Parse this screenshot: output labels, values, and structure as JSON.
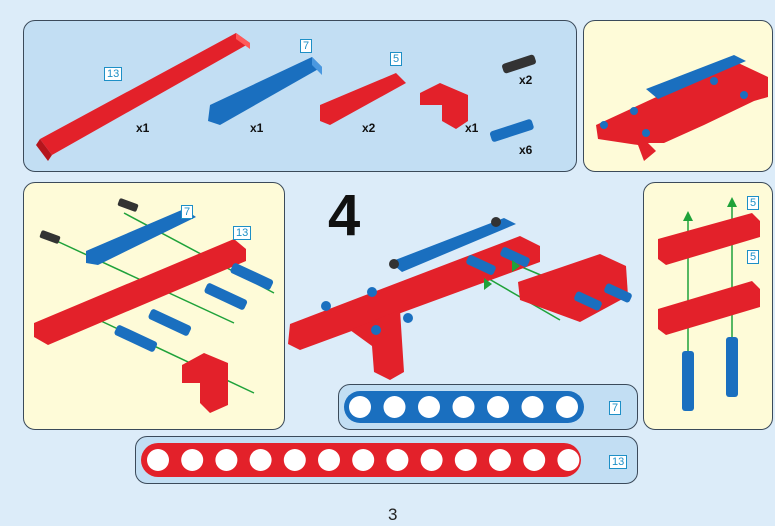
{
  "step_number": "4",
  "page_number": "3",
  "parts_list": [
    {
      "name": "red beam 13",
      "length_label": "13",
      "qty": "x1"
    },
    {
      "name": "blue beam 7",
      "length_label": "7",
      "qty": "x1"
    },
    {
      "name": "red beam 5",
      "length_label": "5",
      "qty": "x2"
    },
    {
      "name": "red angle connector",
      "qty": "x1"
    },
    {
      "name": "black pin",
      "qty": "x2"
    },
    {
      "name": "blue pin",
      "qty": "x6"
    }
  ],
  "subassembly_left": {
    "labels": [
      "7",
      "13"
    ]
  },
  "subassembly_right": {
    "labels": [
      "5",
      "5"
    ]
  },
  "ruler_blue": {
    "label": "7",
    "holes": 7
  },
  "ruler_red": {
    "label": "13",
    "holes": 13
  },
  "colors": {
    "red": "#e3212a",
    "blue": "#1a6fbf",
    "green": "#1fa23a",
    "pin_black": "#333333"
  }
}
